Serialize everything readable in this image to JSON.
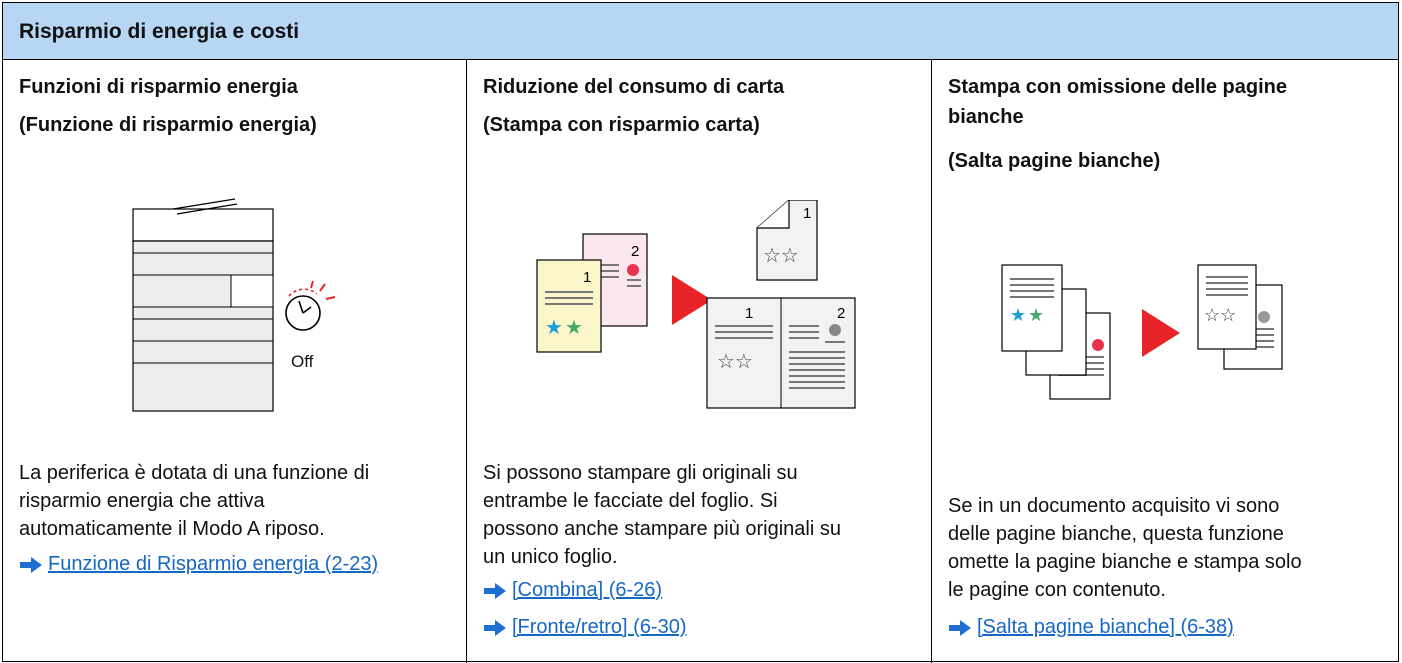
{
  "header": {
    "title": "Risparmio di energia e costi"
  },
  "columns": [
    {
      "title1": "Funzioni di risparmio energia",
      "title2": "(Funzione di risparmio energia)",
      "illustration_label": "Off",
      "description": [
        "La periferica è dotata di una funzione di",
        "risparmio energia che attiva",
        "automaticamente il Modo A riposo."
      ],
      "links": [
        "Funzione di Risparmio energia (2-23)"
      ]
    },
    {
      "title1": "Riduzione del consumo di carta",
      "title2": "(Stampa con risparmio carta)",
      "page_numbers": [
        "1",
        "2"
      ],
      "description": [
        "Si possono stampare gli originali su",
        "entrambe le facciate del foglio. Si",
        "possono anche stampare più originali su",
        "un unico foglio."
      ],
      "links": [
        "[Combina] (6-26)",
        "[Fronte/retro] (6-30)"
      ]
    },
    {
      "title1": "Stampa con omissione delle pagine",
      "title1b": "bianche",
      "title2": "(Salta pagine bianche)",
      "description": [
        "Se in un documento acquisito vi sono",
        "delle pagine bianche, questa funzione",
        "omette la pagine bianche e stampa solo",
        "le pagine con contenuto."
      ],
      "links": [
        "[Salta pagine bianche] (6-38)"
      ]
    }
  ],
  "colors": {
    "header_bg": "#b7d6f3",
    "link": "#1767c5",
    "arrow": "#1e6fd0",
    "red": "#e8242a",
    "yellow_page": "#fbf6c9",
    "pink_page": "#fbe7ee",
    "grey_page": "#f2f2f2"
  },
  "icons": [
    "clock-icon",
    "arrow-right-icon",
    "play-triangle-icon",
    "star-icon"
  ]
}
